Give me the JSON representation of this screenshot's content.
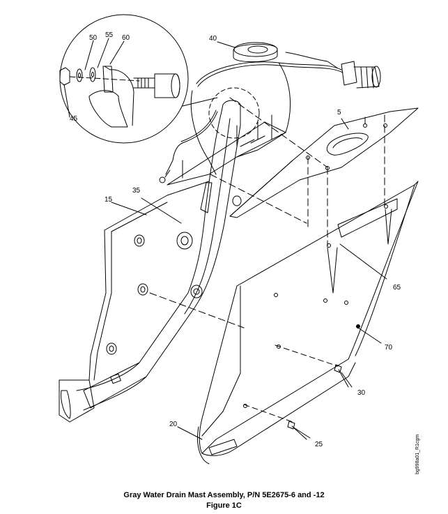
{
  "callouts": [
    {
      "id": "40",
      "text": "40"
    },
    {
      "id": "50",
      "text": "50"
    },
    {
      "id": "55",
      "text": "55"
    },
    {
      "id": "60",
      "text": "60"
    },
    {
      "id": "45",
      "text": "45"
    },
    {
      "id": "5",
      "text": "5"
    },
    {
      "id": "35",
      "text": "35"
    },
    {
      "id": "15",
      "text": "15"
    },
    {
      "id": "65",
      "text": "65"
    },
    {
      "id": "70",
      "text": "70"
    },
    {
      "id": "30",
      "text": "30"
    },
    {
      "id": "20",
      "text": "20"
    },
    {
      "id": "25",
      "text": "25"
    }
  ],
  "drawing_id": "bg998a01_R1cgm",
  "caption": {
    "title": "Gray Water Drain Mast Assembly, P/N 5E2675-6 and -12",
    "figure": "Figure 1C"
  }
}
